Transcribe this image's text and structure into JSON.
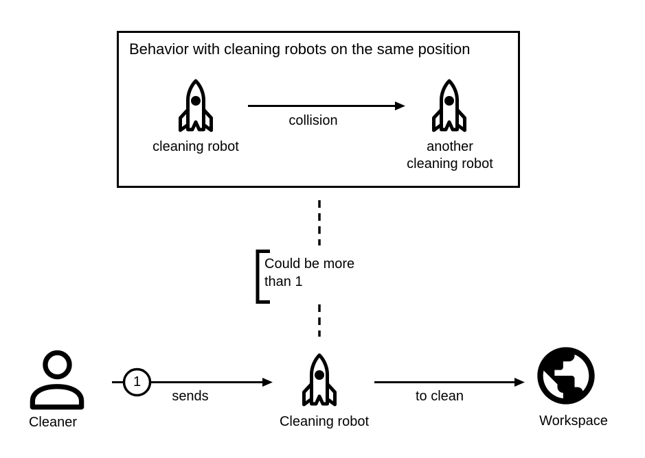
{
  "colors": {
    "ink": "#000000",
    "background": "#ffffff"
  },
  "behavior_box": {
    "title": "Behavior with cleaning robots on the same position",
    "left_robot_label": "cleaning robot",
    "collision_label": "collision",
    "right_robot_label": "another\ncleaning robot"
  },
  "link_note": "Could be more\nthan 1",
  "flow": {
    "cleaner_label": "Cleaner",
    "sends_multiplicity": "1",
    "sends_label": "sends",
    "robot_label": "Cleaning robot",
    "to_clean_label": "to clean",
    "workspace_label": "Workspace"
  },
  "icons": {
    "behavior_left": "rocket-icon",
    "behavior_right": "rocket-icon",
    "cleaner": "person-icon",
    "cleaning_robot": "rocket-icon",
    "workspace": "globe-icon"
  }
}
